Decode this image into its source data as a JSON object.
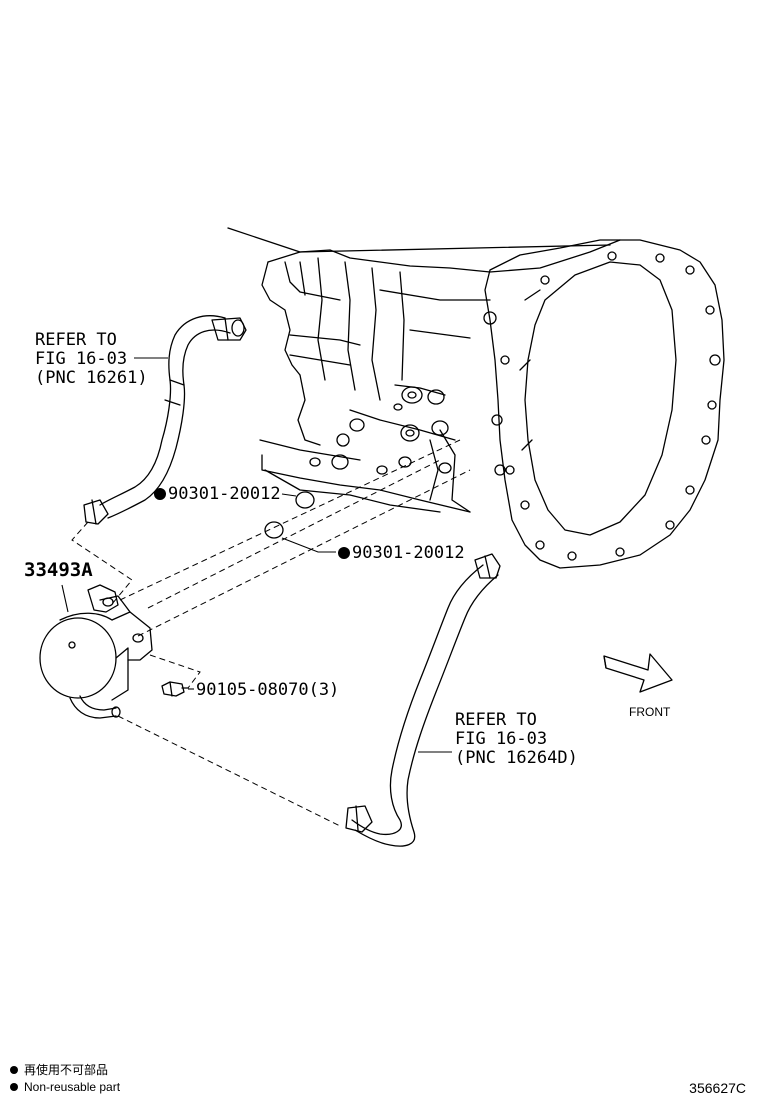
{
  "labels": {
    "refer_upper": [
      "REFER TO",
      "FIG 16-03",
      "(PNC 16261)"
    ],
    "refer_lower": [
      "REFER TO",
      "FIG 16-03",
      "(PNC 16264D)"
    ],
    "part_oil_cooler": "33493A",
    "part_oring_1": "90301-20012",
    "part_oring_2": "90301-20012",
    "part_bolt": "90105-08070(3)",
    "front_arrow": "FRONT"
  },
  "legend": {
    "line_cn": "再使用不可部品",
    "line_en": "Non-reusable part"
  },
  "figure_number": "356627C",
  "icons": {
    "non_reusable_marker": "filled-circle",
    "front_direction": "outlined-arrow-right"
  }
}
